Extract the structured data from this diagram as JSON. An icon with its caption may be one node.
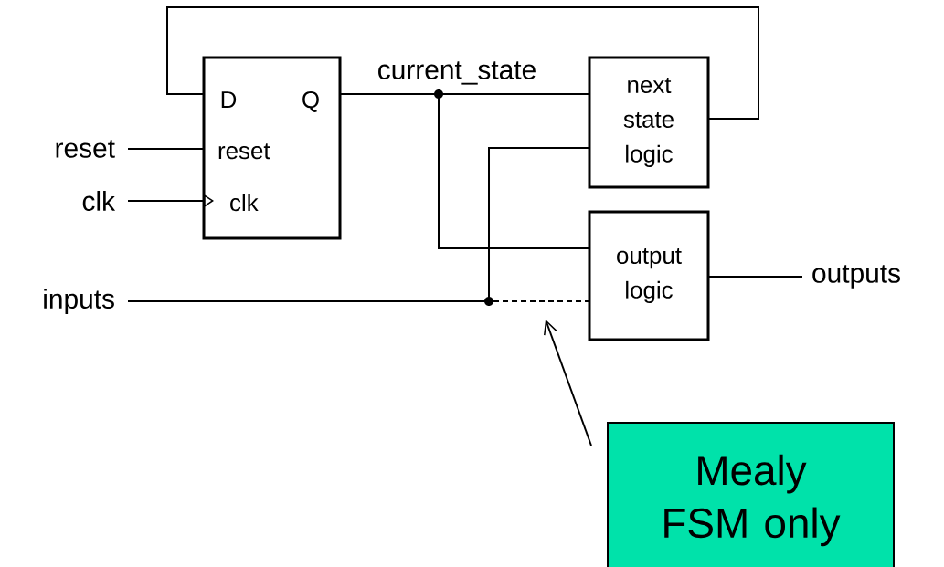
{
  "diagram": {
    "nodes": [
      {
        "text": [
          "D",
          "Q",
          "reset",
          "clk"
        ]
      },
      {
        "text": [
          "next state logic"
        ]
      },
      {
        "text": [
          "output logic"
        ]
      },
      {
        "text": [
          "reset"
        ]
      },
      {
        "text": [
          "clk"
        ]
      },
      {
        "text": [
          "inputs"
        ]
      },
      {
        "text": [
          "outputs"
        ]
      },
      {
        "text": [
          "Mealy FSM only"
        ]
      }
    ],
    "edges": [
      {
        "from": 0,
        "to": 1,
        "arrow": "none",
        "label": "current_state"
      },
      {
        "from": 0,
        "to": 2,
        "arrow": "none"
      },
      {
        "from": 1,
        "to": 0,
        "arrow": "none"
      },
      {
        "from": 3,
        "to": 0,
        "arrow": "none"
      },
      {
        "from": 4,
        "to": 0,
        "arrow": "to"
      },
      {
        "from": 5,
        "to": 2,
        "arrow": "none",
        "style": "dashed"
      },
      {
        "from": 5,
        "to": 1,
        "arrow": "none"
      },
      {
        "from": 2,
        "to": 6,
        "arrow": "none"
      },
      {
        "from": 7,
        "to": null,
        "arrow": "to"
      }
    ]
  }
}
